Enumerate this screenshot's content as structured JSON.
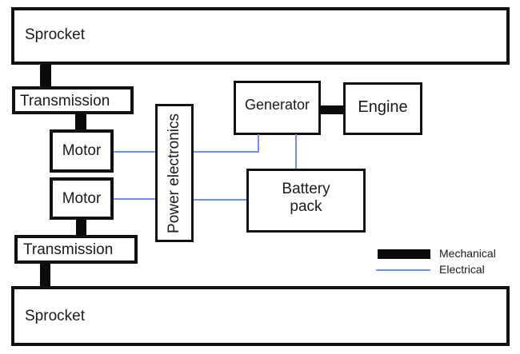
{
  "diagram": {
    "components": {
      "sprocket_top": "Sprocket",
      "transmission_top": "Transmission",
      "motor_top": "Motor",
      "motor_bottom": "Motor",
      "transmission_bottom": "Transmission",
      "sprocket_bottom": "Sprocket",
      "power_electronics": "Power electronics",
      "generator": "Generator",
      "engine": "Engine",
      "battery_pack_line1": "Battery",
      "battery_pack_line2": "pack"
    },
    "connections": [
      {
        "from": "Sprocket (top)",
        "to": "Transmission (top)",
        "type": "Mechanical"
      },
      {
        "from": "Transmission (top)",
        "to": "Motor (top)",
        "type": "Mechanical"
      },
      {
        "from": "Motor (bottom)",
        "to": "Transmission (bottom)",
        "type": "Mechanical"
      },
      {
        "from": "Transmission (bottom)",
        "to": "Sprocket (bottom)",
        "type": "Mechanical"
      },
      {
        "from": "Generator",
        "to": "Engine",
        "type": "Mechanical"
      },
      {
        "from": "Motor (top)",
        "to": "Power electronics",
        "type": "Electrical"
      },
      {
        "from": "Motor (bottom)",
        "to": "Power electronics",
        "type": "Electrical"
      },
      {
        "from": "Power electronics",
        "to": "Generator",
        "type": "Electrical"
      },
      {
        "from": "Power electronics",
        "to": "Battery pack",
        "type": "Electrical"
      },
      {
        "from": "Generator",
        "to": "Battery pack",
        "type": "Electrical"
      }
    ],
    "legend": {
      "mechanical": "Mechanical",
      "electrical": "Electrical"
    },
    "colors": {
      "mechanical": "#0a0a0a",
      "electrical": "#6f8ff5"
    }
  }
}
